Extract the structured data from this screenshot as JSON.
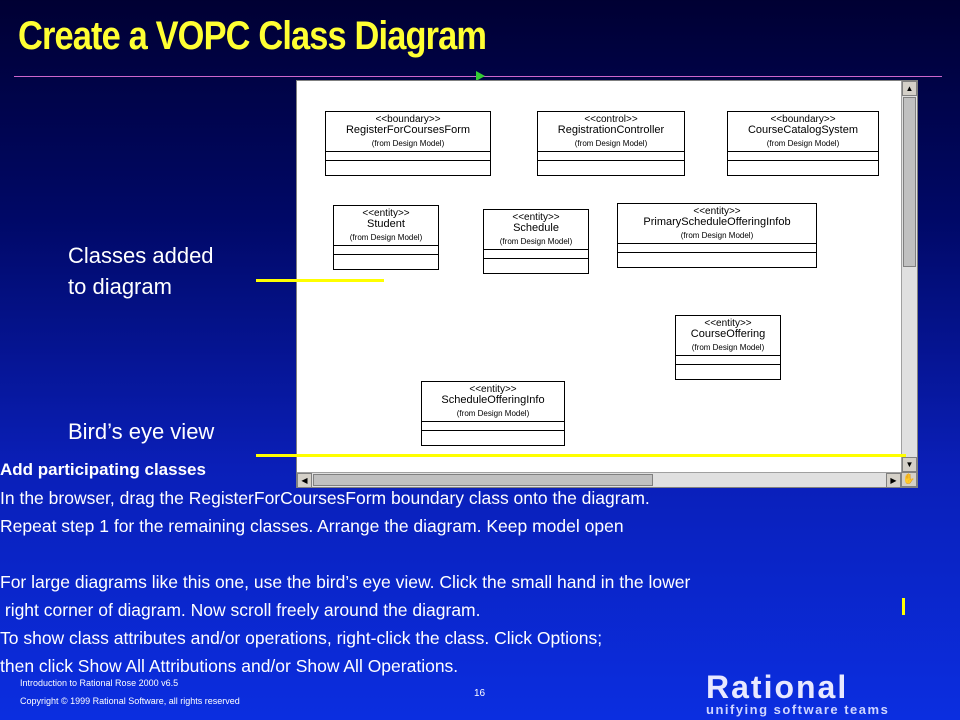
{
  "slide": {
    "title": "Create a VOPC Class Diagram",
    "label_classes_line1": "Classes added",
    "label_classes_line2": "to diagram",
    "label_birds_eye": "Bird’s eye view"
  },
  "diagram": {
    "classes": [
      {
        "stereotype": "<<boundary>>",
        "name": "RegisterForCoursesForm",
        "from": "(from Design Model)"
      },
      {
        "stereotype": "<<control>>",
        "name": "RegistrationController",
        "from": "(from Design Model)"
      },
      {
        "stereotype": "<<boundary>>",
        "name": "CourseCatalogSystem",
        "from": "(from Design Model)"
      },
      {
        "stereotype": "<<entity>>",
        "name": "Student",
        "from": "(from Design Model)"
      },
      {
        "stereotype": "<<entity>>",
        "name": "Schedule",
        "from": "(from Design Model)"
      },
      {
        "stereotype": "<<entity>>",
        "name": "PrimaryScheduleOfferingInfob",
        "from": "(from Design Model)"
      },
      {
        "stereotype": "<<entity>>",
        "name": "CourseOffering",
        "from": "(from Design Model)"
      },
      {
        "stereotype": "<<entity>>",
        "name": "ScheduleOfferingInfo",
        "from": "(from Design Model)"
      }
    ],
    "scroll_up": "▲",
    "scroll_down": "▼",
    "scroll_left": "◀",
    "scroll_right": "▶",
    "hand_icon": "hand-icon"
  },
  "instructions": {
    "heading": "Add participating classes",
    "lines": [
      "In the browser, drag the RegisterForCoursesForm boundary class onto the diagram.",
      "Repeat step 1 for the remaining classes.  Arrange the diagram.  Keep model open",
      "",
      "For large diagrams like this one, use the bird’s eye view. Click the small hand in the lower",
      " right corner of diagram. Now scroll freely around the diagram.",
      "To show class attributes and/or operations, right-click the class. Click Options;",
      "then click Show All Attributions and/or Show All Operations."
    ]
  },
  "footer": {
    "course": "Introduction to Rational Rose 2000 v6.5",
    "copyright": "Copyright © 1999 Rational Software, all rights reserved",
    "page": "16",
    "logo_word": "Rational",
    "logo_tagline": "unifying software teams"
  }
}
